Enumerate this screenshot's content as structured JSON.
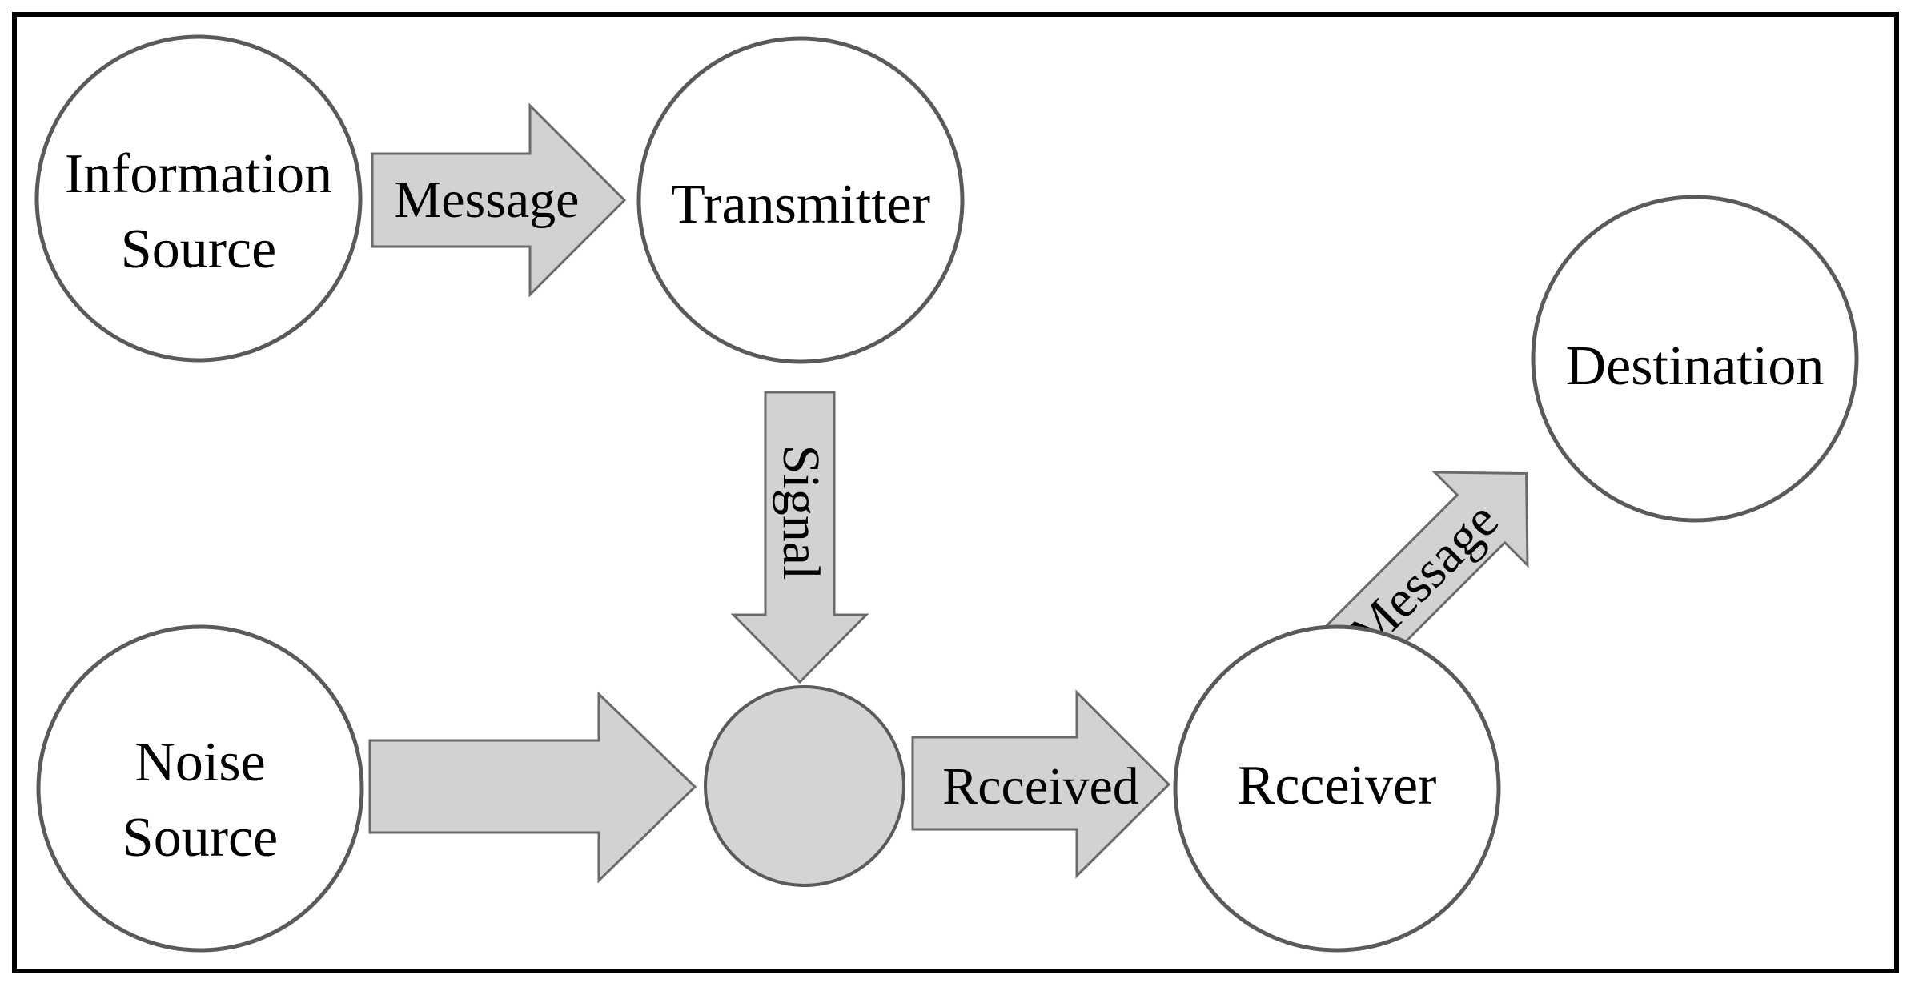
{
  "nodes": {
    "information_source": {
      "line1": "Information",
      "line2": "Source"
    },
    "transmitter": {
      "label": "Transmitter"
    },
    "destination": {
      "label": "Destination"
    },
    "noise_source": {
      "line1": "Noise",
      "line2": "Source"
    },
    "receiver": {
      "label": "Rcceiver"
    }
  },
  "arrows": {
    "message_top": {
      "label": "Message"
    },
    "signal": {
      "label": "Signal"
    },
    "received": {
      "label": "Rcceived"
    },
    "message_diag": {
      "label": "Message"
    }
  },
  "colors": {
    "arrow_fill": "#d2d2d2",
    "junction_fill": "#d4d4d4",
    "node_stroke": "#5a5a5a",
    "frame": "#000000"
  }
}
